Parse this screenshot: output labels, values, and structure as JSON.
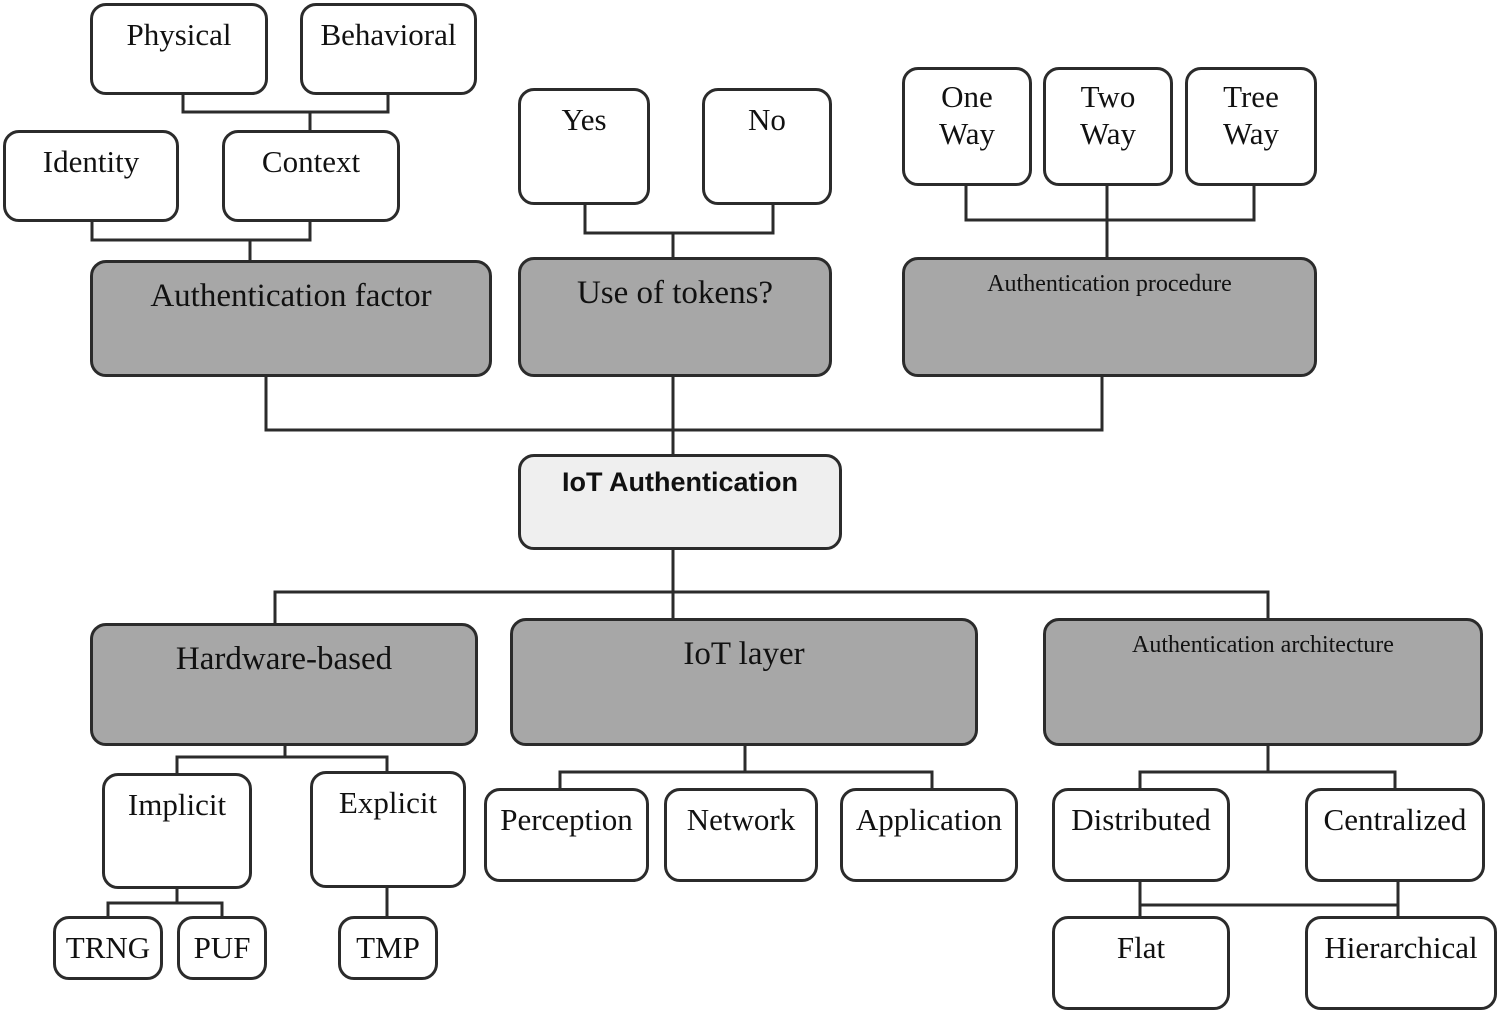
{
  "root": "IoT Authentication",
  "top": {
    "authentication_factor": {
      "label": "Authentication factor",
      "upper_children": [
        "Physical",
        "Behavioral"
      ],
      "lower_children": [
        "Identity",
        "Context"
      ]
    },
    "use_of_tokens": {
      "label": "Use of tokens?",
      "children": [
        "Yes",
        "No"
      ]
    },
    "authentication_procedure": {
      "label": "Authentication procedure",
      "children": [
        {
          "line1": "One",
          "line2": "Way"
        },
        {
          "line1": "Two",
          "line2": "Way"
        },
        {
          "line1": "Tree",
          "line2": "Way"
        }
      ]
    }
  },
  "bottom": {
    "hardware_based": {
      "label": "Hardware-based",
      "implicit": {
        "label": "Implicit",
        "children": [
          "TRNG",
          "PUF"
        ]
      },
      "explicit": {
        "label": "Explicit",
        "children": [
          "TMP"
        ]
      }
    },
    "iot_layer": {
      "label": "IoT layer",
      "children": [
        "Perception",
        "Network",
        "Application"
      ]
    },
    "authentication_architecture": {
      "label": "Authentication architecture",
      "children": [
        "Distributed",
        "Centralized"
      ],
      "sub_children": [
        "Flat",
        "Hierarchical"
      ]
    }
  }
}
